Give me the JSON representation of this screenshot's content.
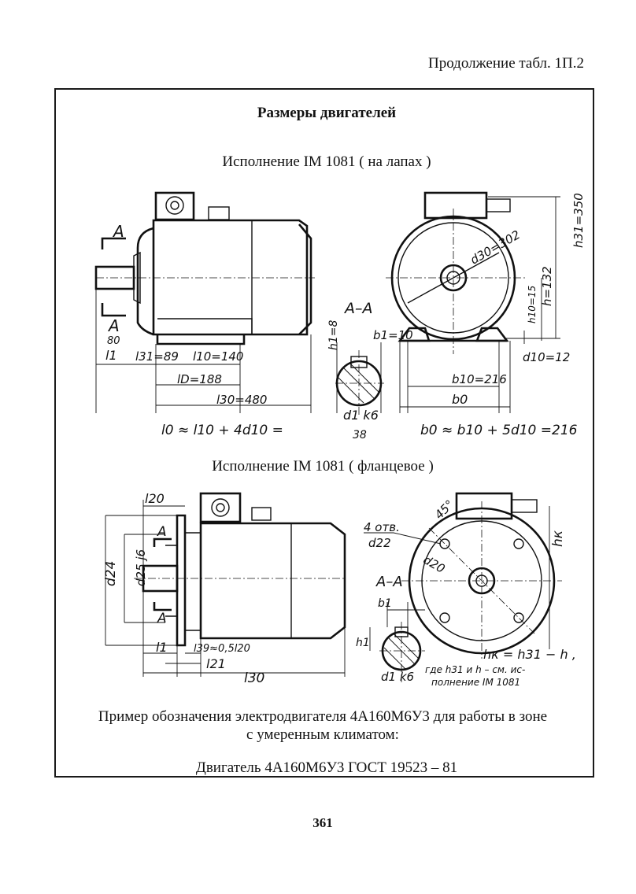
{
  "header": {
    "continuation": "Продолжение табл. 1П.2"
  },
  "section": {
    "title": "Размеры двигателей",
    "version_foot": "Исполнение IM 1081 ( на лапах )",
    "version_flange": "Исполнение IM 1081 ( фланцевое )"
  },
  "drawing_foot": {
    "labels": {
      "A_top": "A",
      "A_bottom": "A",
      "l80": "80",
      "l1": "l1",
      "l31": "l31=89",
      "l10": "l10=140",
      "lD": "lD=188",
      "l30": "l30=480",
      "formula_l0": "l0 ≈ l10 + 4d10 =",
      "section_AA": "A–A",
      "h1": "h1=8",
      "b1": "b1=10",
      "d1": "d1 k6",
      "d1_val": "38",
      "d30": "d30=302",
      "h31": "h31=350",
      "h": "h=132",
      "h10": "h10=15",
      "d10": "d10=12",
      "b10": "b10=216",
      "b0": "b0",
      "formula_b0": "b0 ≈ b10 + 5d10 =216"
    }
  },
  "drawing_flange": {
    "labels": {
      "l20": "l20",
      "d24": "d24",
      "d25": "d25 j6",
      "A_top": "A",
      "A_bottom": "A",
      "l1": "l1",
      "l39": "l39≈0,5l20",
      "l21": "l21",
      "l30": "l30",
      "holes": "4 отв.",
      "d22": "d22",
      "angle": "45°",
      "d20": "d20",
      "section_AA": "A–A",
      "b1": "b1",
      "h1": "h1",
      "d1": "d1 k6",
      "hk": "hк",
      "formula_hk": "hк = h31 − h ,",
      "note1": "где h31 и h – см. ис-",
      "note2": "полнение IM 1081"
    }
  },
  "example": {
    "line1": "Пример обозначения электродвигателя 4А160М6У3 для работы в зоне",
    "line2": "с умеренным климатом:",
    "designation": "Двигатель 4А160М6У3 ГОСТ 19523 – 81"
  },
  "page_number": "361"
}
